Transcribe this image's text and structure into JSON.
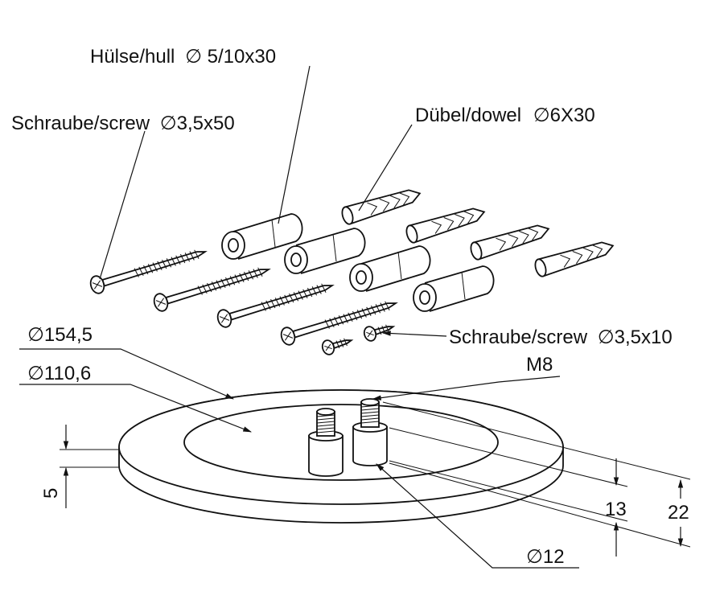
{
  "labels": {
    "huelse": "Hülse/hull",
    "huelse_dim": "5/10x30",
    "schraube_long": "Schraube/screw",
    "schraube_long_dim": "3,5x50",
    "duebel": "Dübel/dowel",
    "duebel_dim": "6X30",
    "schraube_short": "Schraube/screw",
    "schraube_short_dim": "3,5x10",
    "outer_diameter": "154,5",
    "inner_diameter": "110,6",
    "thread": "M8",
    "plate_thickness": "5",
    "bolt_height": "13",
    "total_height": "22",
    "bolt_diameter": "12"
  },
  "diameter_symbol": "∅"
}
